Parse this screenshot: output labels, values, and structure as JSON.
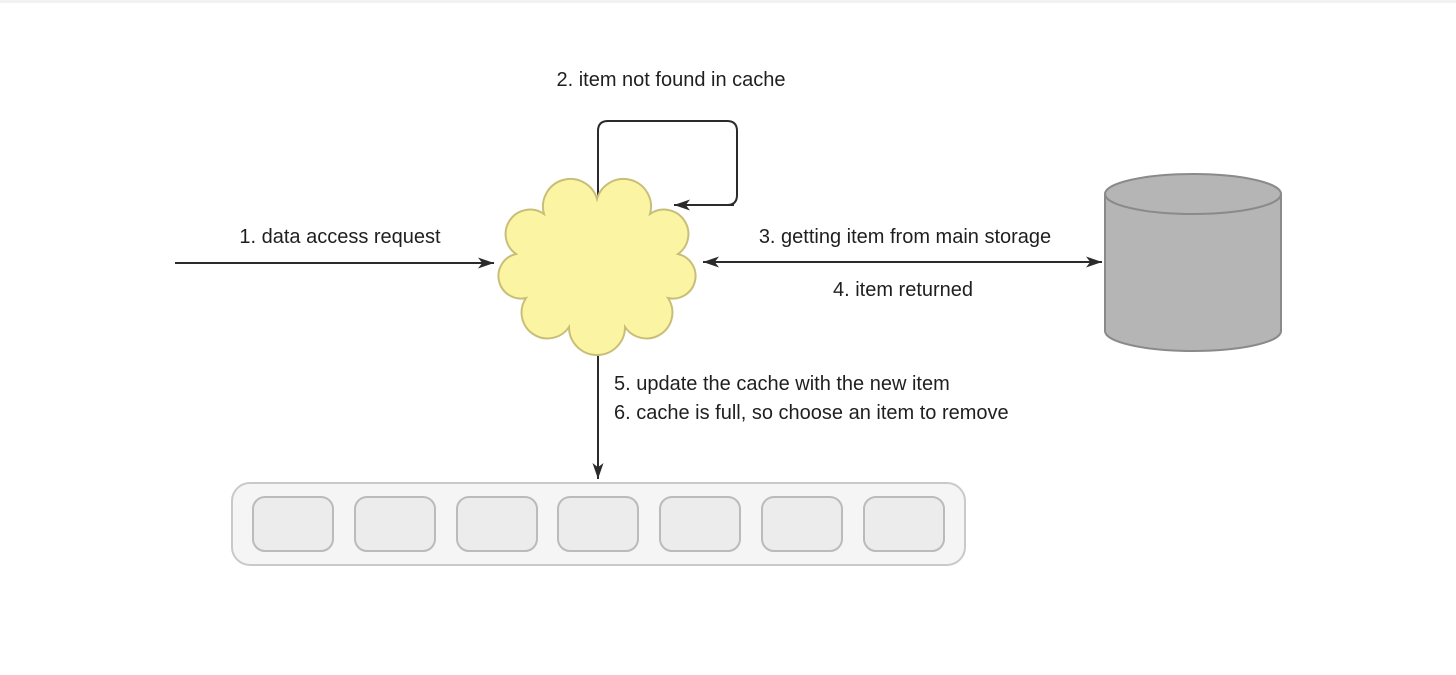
{
  "diagram": {
    "labels": {
      "step1": "1. data access request",
      "step2": "2. item not found in cache",
      "step3": "3. getting item from main storage",
      "step4": "4. item returned",
      "step5": "5. update the cache with the new item",
      "step6": "6. cache is full, so choose an item to remove"
    },
    "nodes": {
      "cloud": {
        "fill": "#fbf5a3",
        "stroke": "#c9be78"
      },
      "database": {
        "fill": "#b5b5b5",
        "stroke": "#8a8a8a"
      },
      "cache": {
        "slot_count": 7,
        "container_fill": "#f5f5f5",
        "container_stroke": "#c9c9c9",
        "slot_fill": "#ececec",
        "slot_stroke": "#bbbbbb"
      }
    },
    "arrow_color": "#2b2b2b",
    "text_color": "#1f1f1f",
    "background": "#ffffff"
  }
}
